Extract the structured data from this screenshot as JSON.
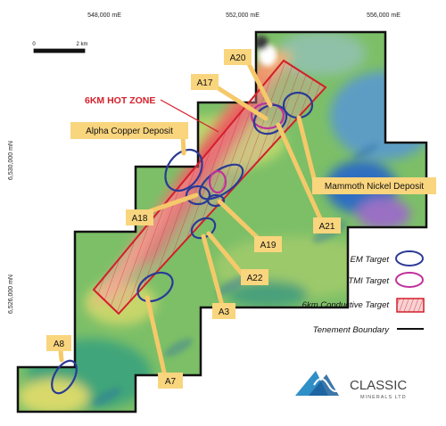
{
  "axes": {
    "x_ticks": [
      "548,000 mE",
      "552,000 mE",
      "556,000 mE"
    ],
    "y_ticks": [
      "6,530,000 mN",
      "6,526,000 mN"
    ]
  },
  "scale_bar": {
    "start_label": "0",
    "end_label": "2 km"
  },
  "hot_zone": {
    "title": "6KM HOT ZONE"
  },
  "callouts": {
    "a20": "A20",
    "a17": "A17",
    "alpha": "Alpha Copper Deposit",
    "mammoth": "Mammoth Nickel Deposit",
    "a18": "A18",
    "a21": "A21",
    "a19": "A19",
    "a22": "A22",
    "a3": "A3",
    "a8": "A8",
    "a7": "A7"
  },
  "legend": {
    "em": "EM Target",
    "tmi": "TMI Target",
    "conductive": "6km Conductive Target",
    "tenement": "Tenement Boundary",
    "colors": {
      "em": "#2a3a96",
      "tmi": "#c0319c",
      "conductive": "#d41f2a",
      "tenement": "#111111"
    }
  },
  "logo": {
    "name": "CLASSIC",
    "sub": "MINERALS LTD"
  }
}
